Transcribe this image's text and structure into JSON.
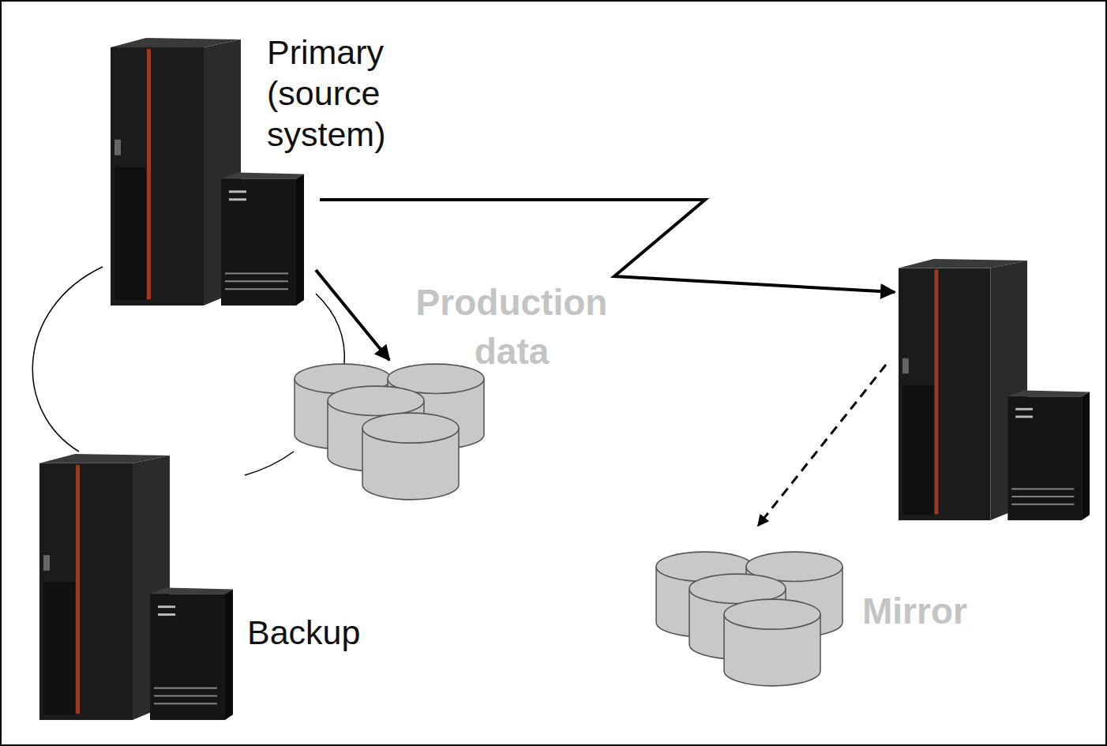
{
  "diagram": {
    "nodes": [
      {
        "text": [
          "Primary (source system)"
        ]
      },
      {
        "text": [
          "Production data"
        ]
      },
      {
        "text": [
          "Backup"
        ]
      },
      {
        "text": [
          "Mirror"
        ]
      }
    ],
    "edges": [
      {
        "from": 0,
        "to": 1,
        "arrow": "to"
      }
    ]
  }
}
